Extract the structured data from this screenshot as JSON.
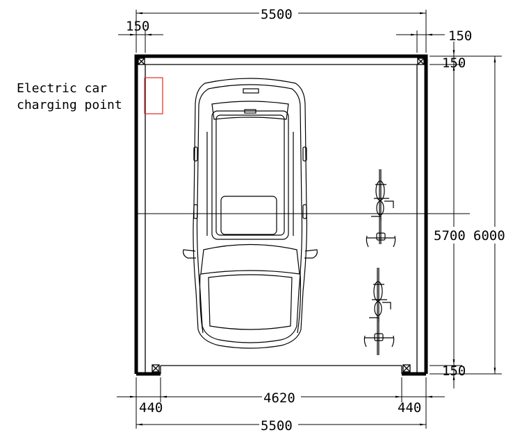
{
  "dimensions": {
    "top_overall": "5500",
    "top_left_wall": "150",
    "top_right_wall": "150",
    "right_top_wall": "150",
    "right_inner_height": "5700",
    "right_outer_height": "6000",
    "right_bottom_wall": "150",
    "bottom_left_pier": "440",
    "bottom_opening": "4620",
    "bottom_right_pier": "440",
    "bottom_overall": "5500"
  },
  "annotations": {
    "charging_line1": "Electric car",
    "charging_line2": "charging point"
  },
  "colors": {
    "line": "#000000",
    "charging_point": "#e53935"
  }
}
